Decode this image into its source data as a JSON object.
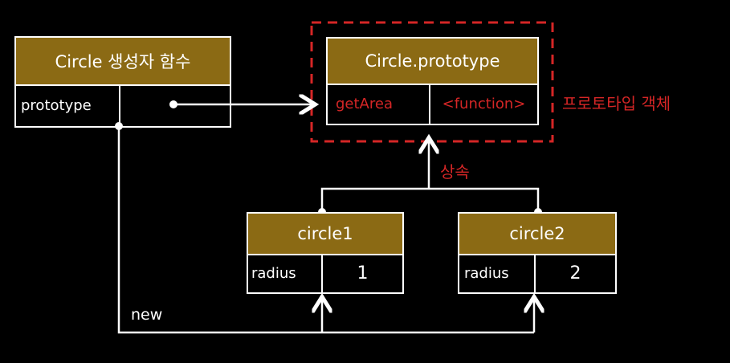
{
  "constructor": {
    "title": "Circle 생성자 함수",
    "prop": "prototype"
  },
  "prototype_obj": {
    "title": "Circle.prototype",
    "key": "getArea",
    "value": "<function>",
    "label": "프로토타입 객체"
  },
  "inherit_label": "상속",
  "new_label": "new",
  "instances": [
    {
      "title": "circle1",
      "key": "radius",
      "value": "1"
    },
    {
      "title": "circle2",
      "key": "radius",
      "value": "2"
    }
  ],
  "colors": {
    "header": "#8b6a14",
    "accent": "#d52626",
    "line": "#ffffff",
    "background": "#000000"
  }
}
